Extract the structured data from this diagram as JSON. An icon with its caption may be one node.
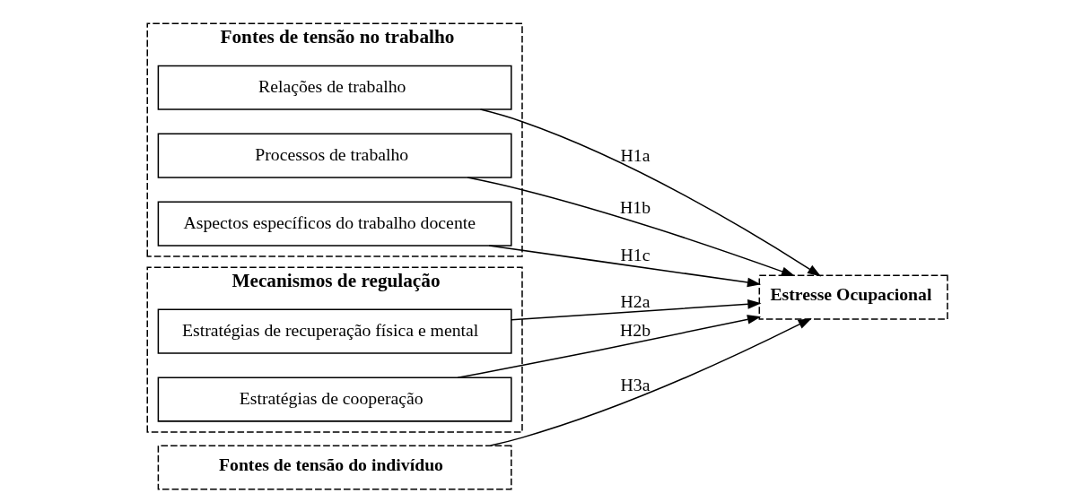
{
  "diagram": {
    "nodes": [
      {
        "text": [
          "Fontes de tensão no trabalho"
        ]
      },
      {
        "text": [
          "Relações de trabalho"
        ],
        "in": 0
      },
      {
        "text": [
          "Processos de trabalho"
        ],
        "in": 0
      },
      {
        "text": [
          "Aspectos específicos do trabalho docente"
        ],
        "in": 0
      },
      {
        "text": [
          "Mecanismos de regulação"
        ]
      },
      {
        "text": [
          "Estratégias de recuperação física e mental"
        ],
        "in": 4
      },
      {
        "text": [
          "Estratégias de cooperação"
        ],
        "in": 4
      },
      {
        "text": [
          "Fontes de tensão do indivíduo"
        ]
      },
      {
        "text": [
          "Estresse Ocupacional"
        ]
      }
    ],
    "edges": [
      {
        "from": 1,
        "to": 8,
        "arrow": "to",
        "label": "H1a"
      },
      {
        "from": 2,
        "to": 8,
        "arrow": "to",
        "label": "H1b"
      },
      {
        "from": 3,
        "to": 8,
        "arrow": "to",
        "label": "H1c"
      },
      {
        "from": 5,
        "to": 8,
        "arrow": "to",
        "label": "H2a"
      },
      {
        "from": 6,
        "to": 8,
        "arrow": "to",
        "label": "H2b"
      },
      {
        "from": 7,
        "to": 8,
        "arrow": "to",
        "label": "H3a"
      }
    ]
  }
}
